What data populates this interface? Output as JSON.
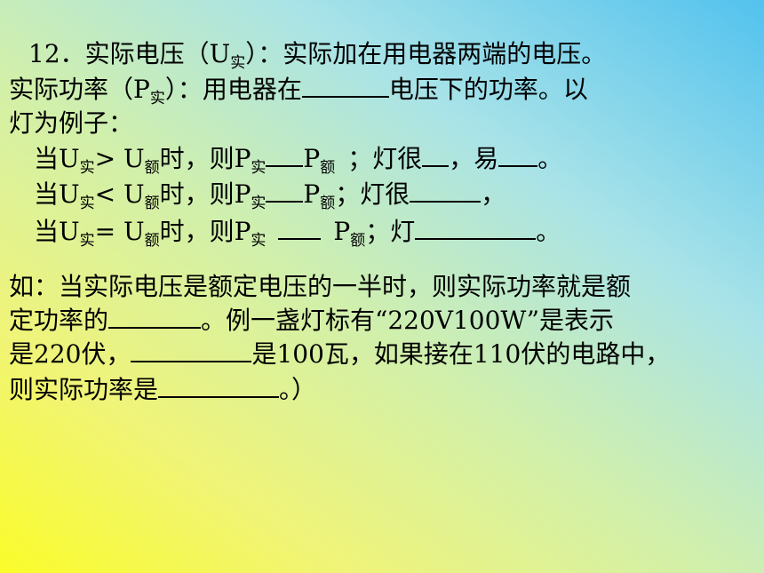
{
  "section1": {
    "title": {
      "num": "12．实际电压（U",
      "sub": "实",
      "rest": "）：实际加在用电器两端的电压。"
    },
    "power_def": {
      "pre": "实际功率（P",
      "sub": "实",
      "post": "）：用电器在",
      "post2": "电压下的功率。以"
    },
    "power_def_cont": "灯为例子：",
    "case_gt": {
      "a": "当U",
      "a_sub": "实",
      "b": "> U",
      "b_sub": "额",
      "c": "时，则P",
      "c_sub": "实",
      "d": "P",
      "d_sub": "额",
      "e": "；灯很",
      "f": "，易",
      "g": "。"
    },
    "case_lt": {
      "a": "当U",
      "a_sub": "实",
      "b": "< U",
      "b_sub": "额",
      "c": "时，则P",
      "c_sub": "实",
      "d": "P",
      "d_sub": "额",
      "e": "；灯很",
      "f": "，"
    },
    "case_eq": {
      "a": "当U",
      "a_sub": "实",
      "b": "= U",
      "b_sub": "额",
      "c": "时，则P",
      "c_sub": "实",
      "d": "P",
      "d_sub": "额",
      "e": "；灯",
      "f": "。"
    }
  },
  "section2": {
    "line1": "如：当实际电压是额定电压的一半时，则实际功率就是额",
    "line2": {
      "a": "定功率的",
      "b": "。例一盏灯标有“220V100W”是表示"
    },
    "line3": {
      "a": "是220伏，",
      "b": "是100瓦，如果接在110伏的电路中，"
    },
    "line4": {
      "a": "则实际功率是",
      "b": "。）"
    }
  }
}
